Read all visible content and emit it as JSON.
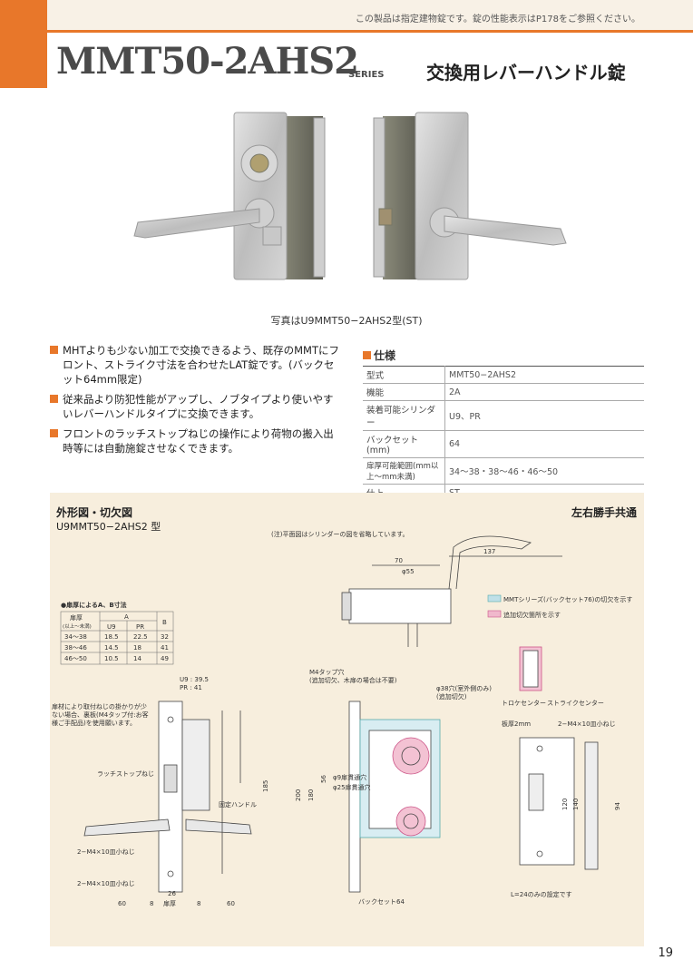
{
  "header": {
    "notice": "この製品は指定建物錠です。錠の性能表示はP178をご参照ください。",
    "model": "MMT50-2AHS2",
    "series": "SERIES",
    "product_name": "交換用レバーハンドル錠"
  },
  "photo": {
    "caption": "写真はU9MMT50−2AHS2型(ST)"
  },
  "features": [
    "MHTよりも少ない加工で交換できるよう、既存のMMTにフロント、ストライク寸法を合わせたLAT錠です。(バックセット64mm限定)",
    "従来品より防犯性能がアップし、ノブタイプより使いやすいレバーハンドルタイプに交換できます。",
    "フロントのラッチストップねじの操作により荷物の搬入出時等には自動施錠させなくできます。"
  ],
  "spec": {
    "title": "仕様",
    "rows": [
      {
        "key": "型式",
        "value": "MMT50−2AHS2"
      },
      {
        "key": "機能",
        "value": "2A"
      },
      {
        "key": "装着可能シリンダー",
        "value": "U9、PR"
      },
      {
        "key": "バックセット(mm)",
        "value": "64"
      },
      {
        "key": "扉厚可能範囲(mm以上〜mm未満)",
        "value": "34〜38・38〜46・46〜50"
      },
      {
        "key": "仕上",
        "value": "ST"
      }
    ]
  },
  "drawing": {
    "title": "外形図・切欠図",
    "subtitle": "U9MMT50−2AHS2 型",
    "right_label": "左右勝手共通",
    "note_top": "(注)平面図はシリンダーの図を省略しています。",
    "legend": [
      "MMTシリーズ(バックセット76)の切欠を示す",
      "追加切欠箇所を示す"
    ],
    "door_table": {
      "title": "●扉厚によるA、B寸法",
      "headers": [
        "扉厚",
        "A",
        "B"
      ],
      "sub_headers": [
        "(以上〜未満)",
        "U9",
        "PR"
      ],
      "rows": [
        [
          "34〜38",
          "18.5",
          "22.5",
          "32"
        ],
        [
          "38〜46",
          "14.5",
          "18",
          "41"
        ],
        [
          "46〜50",
          "10.5",
          "14",
          "49"
        ]
      ]
    },
    "labels": {
      "u9": "U9 : 39.5",
      "pr": "PR : 41",
      "fitting_note": "扉材により取付ねじの掛かりが少ない場合、裏板(M4タップ付:お客様ご手配品)を使用願います。",
      "latch_stop": "ラッチストップねじ",
      "fixed_handle": "固定ハンドル",
      "screw1": "2−M4×10皿小ねじ",
      "screw2": "2−M4×10皿小ねじ",
      "door_thickness": "扉厚",
      "m4_tap": "M4タップ穴",
      "m4_tap_note": "(追加切欠、木扉の場合は不要)",
      "hole38": "φ38穴(室外側のみ)",
      "additional_cut": "(追加切欠)",
      "hole9": "φ9扉貫通穴",
      "hole25": "φ25扉貫通穴",
      "backset": "バックセット64",
      "strike_center": "ストライクセンター",
      "toroke_center": "トロケセンター",
      "plate": "板厚2mm",
      "screw3": "2−M4×10皿小ねじ",
      "l24": "L=24のみの設定です",
      "dim137": "137",
      "dim70": "70",
      "dim655": "φ55",
      "dim60a": "60",
      "dim60b": "60",
      "dim8a": "8",
      "dim8b": "8",
      "dim26": "26",
      "dim185": "185",
      "dim200": "200",
      "dim180": "180",
      "dim56": "56",
      "dim94": "94",
      "dim120": "120",
      "dim140": "140"
    }
  },
  "page_number": "19"
}
